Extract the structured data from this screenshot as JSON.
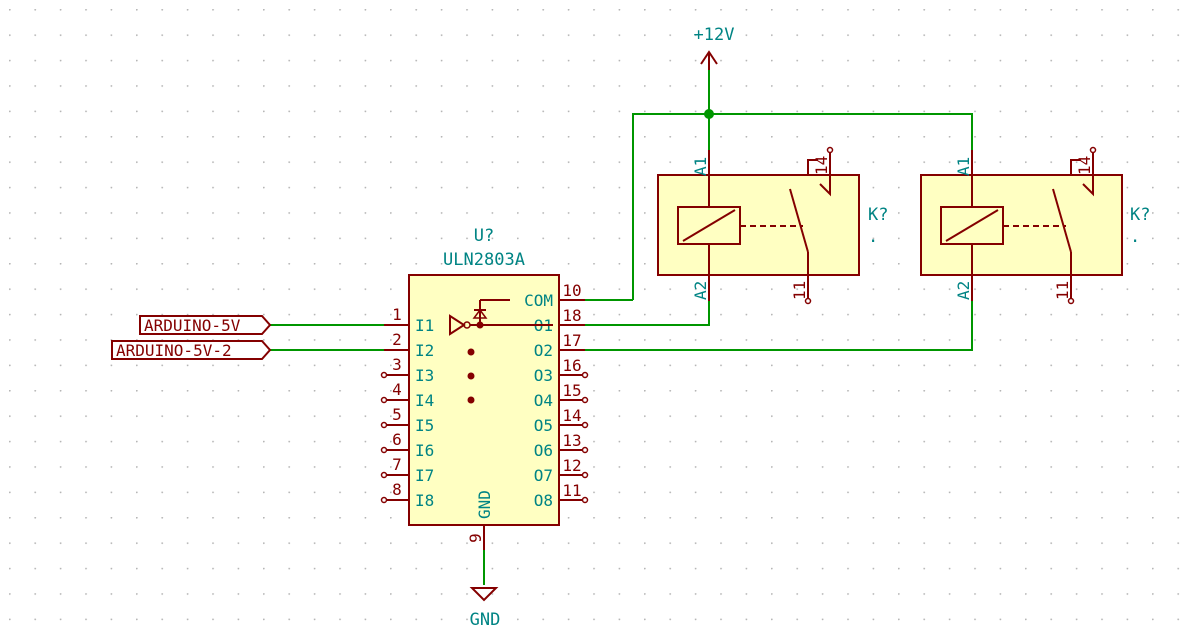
{
  "colors": {
    "wire": "#009600",
    "body_fill": "#ffffc2",
    "body_stroke": "#840000",
    "pin_number": "#840000",
    "field_text": "#008484",
    "junction": "#009600",
    "grid_dot": "#b4b4b4"
  },
  "power": {
    "vcc": {
      "label": "+12V",
      "icon": "power-arrow-icon"
    },
    "gnd": {
      "label": "GND",
      "icon": "ground-triangle-icon"
    }
  },
  "global_labels": [
    {
      "text": "ARDUINO-5V"
    },
    {
      "text": "ARDUINO-5V-2"
    }
  ],
  "ic": {
    "reference": "U?",
    "value": "ULN2803A",
    "left_pins": [
      {
        "number": "1",
        "name": "I1"
      },
      {
        "number": "2",
        "name": "I2"
      },
      {
        "number": "3",
        "name": "I3"
      },
      {
        "number": "4",
        "name": "I4"
      },
      {
        "number": "5",
        "name": "I5"
      },
      {
        "number": "6",
        "name": "I6"
      },
      {
        "number": "7",
        "name": "I7"
      },
      {
        "number": "8",
        "name": "I8"
      }
    ],
    "right_pins": [
      {
        "number": "10",
        "name": "COM"
      },
      {
        "number": "18",
        "name": "O1"
      },
      {
        "number": "17",
        "name": "O2"
      },
      {
        "number": "16",
        "name": "O3"
      },
      {
        "number": "15",
        "name": "O4"
      },
      {
        "number": "14",
        "name": "O5"
      },
      {
        "number": "13",
        "name": "O6"
      },
      {
        "number": "12",
        "name": "O7"
      },
      {
        "number": "11",
        "name": "O8"
      }
    ],
    "bottom_pin": {
      "number": "9",
      "name": "GND"
    }
  },
  "relays": [
    {
      "reference": "K?",
      "value": ".",
      "pins": {
        "a1": "A1",
        "a2": "A2",
        "p14": "14",
        "p11": "11"
      }
    },
    {
      "reference": "K?",
      "value": ".",
      "pins": {
        "a1": "A1",
        "a2": "A2",
        "p14": "14",
        "p11": "11"
      }
    }
  ]
}
